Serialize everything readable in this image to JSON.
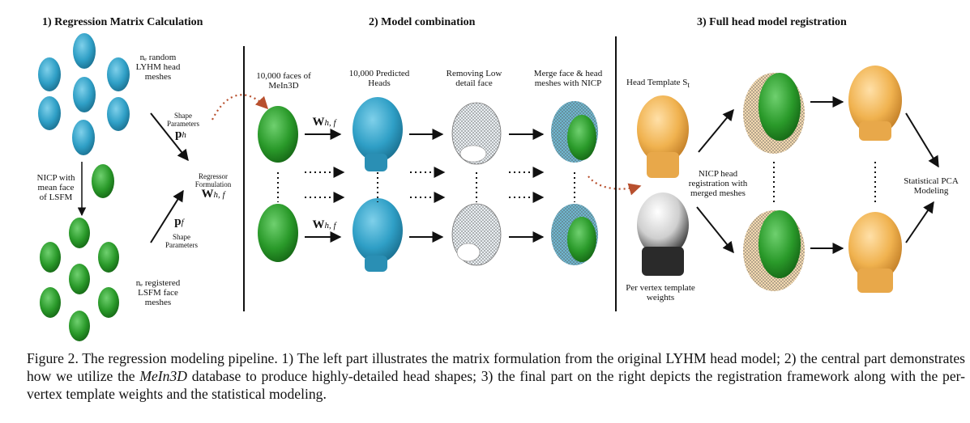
{
  "sections": {
    "s1": "1) Regression Matrix Calculation",
    "s2": "2) Model combination",
    "s3": "3) Full head model registration"
  },
  "left": {
    "random_heads": [
      "nₑ random",
      "LYHM head",
      "meshes"
    ],
    "nicp": [
      "NICP with",
      "mean face",
      "of LSFM"
    ],
    "registered": [
      "nₑ registered",
      "LSFM face",
      "meshes"
    ],
    "shape_params_top": [
      "Shape",
      "Parameters"
    ],
    "shape_params_bottom": [
      "Shape",
      "Parameters"
    ],
    "regressor": [
      "Regressor",
      "Formulation"
    ],
    "sym_ph": "p",
    "sym_ph_sub": "h",
    "sym_pf": "p",
    "sym_pf_sub": "f",
    "sym_W": "W",
    "sym_W_sub": "h, f"
  },
  "middle": {
    "col1": [
      "10,000 faces of",
      "MeIn3D"
    ],
    "col2": [
      "10,000 Predicted",
      "Heads"
    ],
    "col3": [
      "Removing Low",
      "detail face"
    ],
    "col4": [
      "Merge face & head",
      "meshes with NICP"
    ],
    "w_label": "W",
    "w_sub": "h, f"
  },
  "right": {
    "head_template": "Head Template S",
    "head_template_sub": "t",
    "per_vertex": [
      "Per vertex template",
      "weights"
    ],
    "nicp_reg": [
      "NICP head",
      "registration with",
      "merged meshes"
    ],
    "pca": [
      "Statistical PCA",
      "Modeling"
    ]
  },
  "colors": {
    "blue_head": "#3aa6c9",
    "green_face": "#2f9a2f",
    "skin": "#f0b45a",
    "dotted_arrow": "#b8502e"
  },
  "caption": {
    "part1": "Figure 2. The regression modeling pipeline. 1) The left part illustrates the matrix formulation from the original LYHM head model; 2) the central part demonstrates how we utilize the ",
    "italic": "MeIn3D",
    "part2": " database to produce highly-detailed head shapes; 3) the final part on the right depicts the registration framework along with the per-vertex template weights and the statistical modeling."
  }
}
